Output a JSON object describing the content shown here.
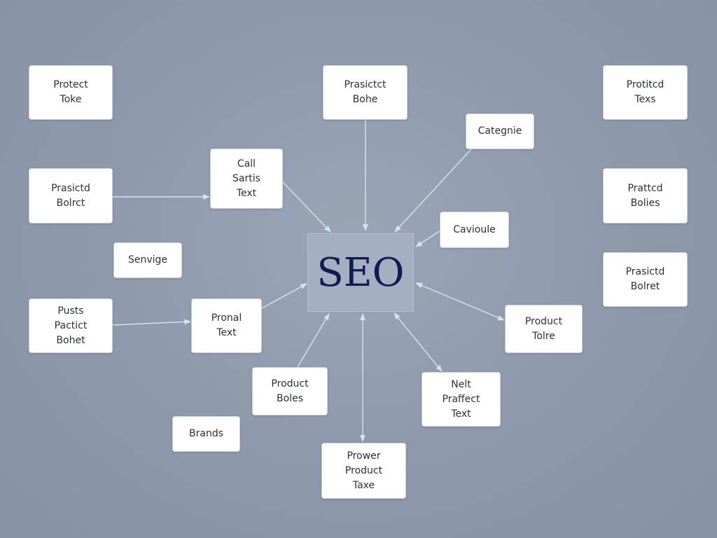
{
  "hub": {
    "label": "SEO"
  },
  "nodes": [
    {
      "id": "n1",
      "label": "Protect\nToke"
    },
    {
      "id": "n2",
      "label": "Prasictct\nBohe"
    },
    {
      "id": "n3",
      "label": "Protitcd\nTexs"
    },
    {
      "id": "n4",
      "label": "Categnie"
    },
    {
      "id": "n5",
      "label": "Call\nSartis\nText"
    },
    {
      "id": "n6",
      "label": "Prasictd\nBolrct"
    },
    {
      "id": "n7",
      "label": "Prattcd\nBolies"
    },
    {
      "id": "n8",
      "label": "Cavioule"
    },
    {
      "id": "n9",
      "label": "Senvige"
    },
    {
      "id": "n10",
      "label": "Prasictd\nBolret"
    },
    {
      "id": "n11",
      "label": "Pusts\nPactict\nBohet"
    },
    {
      "id": "n12",
      "label": "Pronal\nText"
    },
    {
      "id": "n13",
      "label": "Product\nTolre"
    },
    {
      "id": "n14",
      "label": "Product\nBoles"
    },
    {
      "id": "n15",
      "label": "Nelt\nPraffect\nText"
    },
    {
      "id": "n16",
      "label": "Brands"
    },
    {
      "id": "n17",
      "label": "Prower\nProduct\nTaxe"
    }
  ],
  "colors": {
    "connector": "#cfe6ef",
    "hub_text": "#101c52"
  }
}
